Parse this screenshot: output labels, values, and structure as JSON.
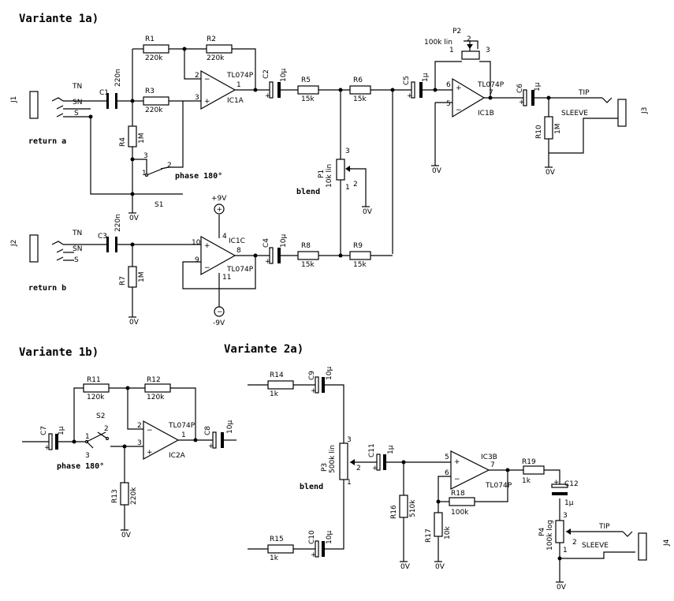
{
  "headings": {
    "v1a": "Variante 1a)",
    "v1b": "Variante 1b)",
    "v2a": "Variante 2a)"
  },
  "labels": {
    "return_a": "return a",
    "return_b": "return b",
    "phase1": "phase 180°",
    "phase2": "phase 180°",
    "blend1": "blend",
    "blend2": "blend",
    "tip1": "TIP",
    "sleeve1": "SLEEVE",
    "tip2": "TIP",
    "sleeve2": "SLEEVE",
    "plus9": "+9V",
    "minus9": "-9V"
  },
  "jacks": {
    "j1": "J1",
    "j2": "J2",
    "j3": "J3",
    "j4": "J4",
    "tn": "TN",
    "sn": "SN",
    "s": "S",
    "p1": "1",
    "p2": "2",
    "p3": "3"
  },
  "switches": {
    "s1": "S1",
    "s2": "S2"
  },
  "ground": "0V",
  "resistors": {
    "r1": {
      "name": "R1",
      "value": "220k"
    },
    "r2": {
      "name": "R2",
      "value": "220k"
    },
    "r3": {
      "name": "R3",
      "value": "220k"
    },
    "r4": {
      "name": "R4",
      "value": "1M"
    },
    "r5": {
      "name": "R5",
      "value": "15k"
    },
    "r6": {
      "name": "R6",
      "value": "15k"
    },
    "r7": {
      "name": "R7",
      "value": "1M"
    },
    "r8": {
      "name": "R8",
      "value": "15k"
    },
    "r9": {
      "name": "R9",
      "value": "15k"
    },
    "r10": {
      "name": "R10",
      "value": "1M"
    },
    "r11": {
      "name": "R11",
      "value": "120k"
    },
    "r12": {
      "name": "R12",
      "value": "120k"
    },
    "r13": {
      "name": "R13",
      "value": "220k"
    },
    "r14": {
      "name": "R14",
      "value": "1k"
    },
    "r15": {
      "name": "R15",
      "value": "1k"
    },
    "r16": {
      "name": "R16",
      "value": "510k"
    },
    "r17": {
      "name": "R17",
      "value": "10k"
    },
    "r18": {
      "name": "R18",
      "value": "100k"
    },
    "r19": {
      "name": "R19",
      "value": "1k"
    }
  },
  "capacitors": {
    "c1": {
      "name": "C1",
      "value": "220n"
    },
    "c2": {
      "name": "C2",
      "value": "10µ"
    },
    "c3": {
      "name": "C3",
      "value": "220n"
    },
    "c4": {
      "name": "C4",
      "value": "10µ"
    },
    "c5": {
      "name": "C5",
      "value": "1µ"
    },
    "c6": {
      "name": "C6",
      "value": "1µ"
    },
    "c7": {
      "name": "C7",
      "value": "1µ"
    },
    "c8": {
      "name": "C8",
      "value": "10µ"
    },
    "c9": {
      "name": "C9",
      "value": "10µ"
    },
    "c10": {
      "name": "C10",
      "value": "10µ"
    },
    "c11": {
      "name": "C11",
      "value": "1µ"
    },
    "c12": {
      "name": "C12",
      "value": "1µ"
    }
  },
  "pots": {
    "p1": {
      "name": "P1",
      "value": "10k lin"
    },
    "p2": {
      "name": "P2",
      "value": "100k lin"
    },
    "p3": {
      "name": "P3",
      "value": "500k lin"
    },
    "p4": {
      "name": "P4",
      "value": "100k log"
    }
  },
  "opamps": {
    "ic1a": "IC1A",
    "ic1b": "IC1B",
    "ic1c": "IC1C",
    "ic2a": "IC2A",
    "ic3b": "IC3B",
    "part": "TL074P"
  },
  "pins": {
    "n1": "1",
    "n2": "2",
    "n3": "3",
    "n4": "4",
    "n5": "5",
    "n6": "6",
    "n7": "7",
    "n8": "8",
    "n9": "9",
    "n10": "10",
    "n11": "11"
  }
}
